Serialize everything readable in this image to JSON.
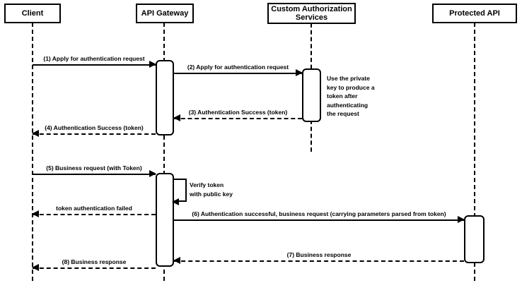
{
  "diagram": {
    "type": "sequence",
    "colors": {
      "line": "#000000",
      "fill": "#ffffff",
      "background": "#ffffff"
    }
  },
  "actors": [
    {
      "id": "client",
      "label": "Client"
    },
    {
      "id": "api-gateway",
      "label": "API Gateway"
    },
    {
      "id": "custom-authorization-services",
      "label": "Custom Authorization Services"
    },
    {
      "id": "protected-api",
      "label": "Protected API"
    }
  ],
  "messages": [
    {
      "label": "(1) Apply for authentication request",
      "from": "Client",
      "to": "API Gateway",
      "line": "solid",
      "direction": "right"
    },
    {
      "label": "(2) Apply for authentication request",
      "from": "API Gateway",
      "to": "Custom Authorization Services",
      "line": "solid",
      "direction": "right"
    },
    {
      "label": "(3) Authentication Success (token)",
      "from": "Custom Authorization Services",
      "to": "API Gateway",
      "line": "dashed",
      "direction": "left"
    },
    {
      "label": "(4) Authentication Success (token)",
      "from": "API Gateway",
      "to": "Client",
      "line": "dashed",
      "direction": "left"
    },
    {
      "label": "(5) Business request (with Token)",
      "from": "Client",
      "to": "API Gateway",
      "line": "solid",
      "direction": "right"
    },
    {
      "label": "token authentication failed",
      "from": "API Gateway",
      "to": "Client",
      "line": "dashed",
      "direction": "left"
    },
    {
      "label": "(6) Authentication successful, business request (carrying parameters parsed from token)",
      "from": "API Gateway",
      "to": "Protected API",
      "line": "solid",
      "direction": "right"
    },
    {
      "label": "(7) Business response",
      "from": "Protected API",
      "to": "API Gateway",
      "line": "dashed",
      "direction": "left"
    },
    {
      "label": "(8) Business response",
      "from": "API Gateway",
      "to": "Client",
      "line": "dashed",
      "direction": "left"
    }
  ],
  "self_message": {
    "actor": "API Gateway",
    "label": "Verify token\nwith public key"
  },
  "note": {
    "near": "Custom Authorization Services",
    "text": "Use the private\nkey to produce a\ntoken after\nauthenticating\nthe request"
  }
}
